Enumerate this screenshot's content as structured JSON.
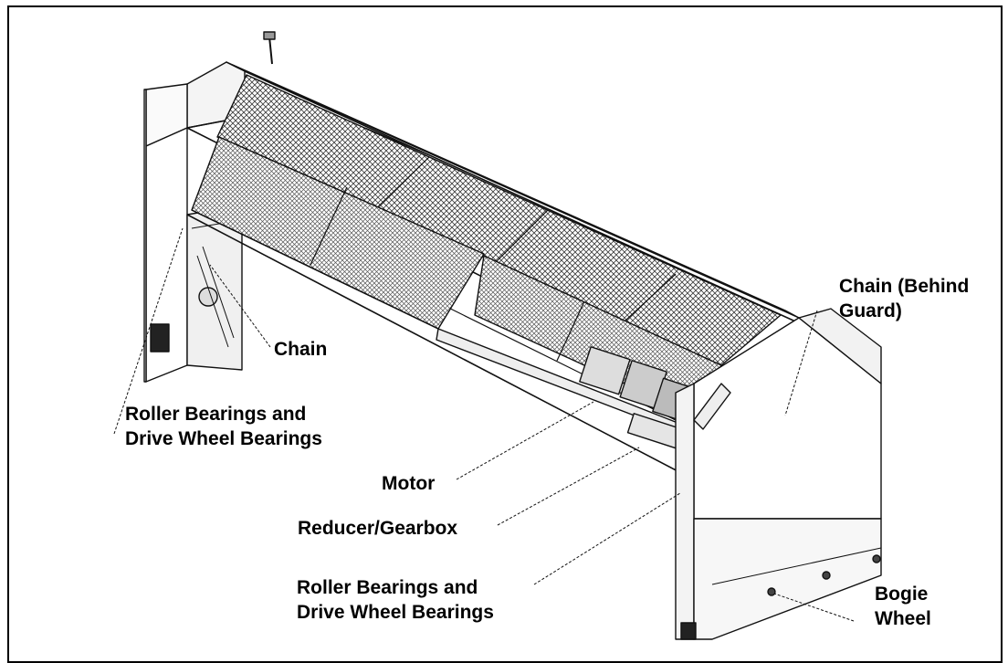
{
  "labels": {
    "chain": "Chain",
    "chain_behind_guard": "Chain (Behind\nGuard)",
    "roller_bearings_left": "Roller Bearings and\nDrive Wheel Bearings",
    "motor": "Motor",
    "reducer_gearbox": "Reducer/Gearbox",
    "roller_bearings_bottom": "Roller Bearings and\nDrive Wheel Bearings",
    "bogie_wheel": "Bogie\nWheel"
  }
}
